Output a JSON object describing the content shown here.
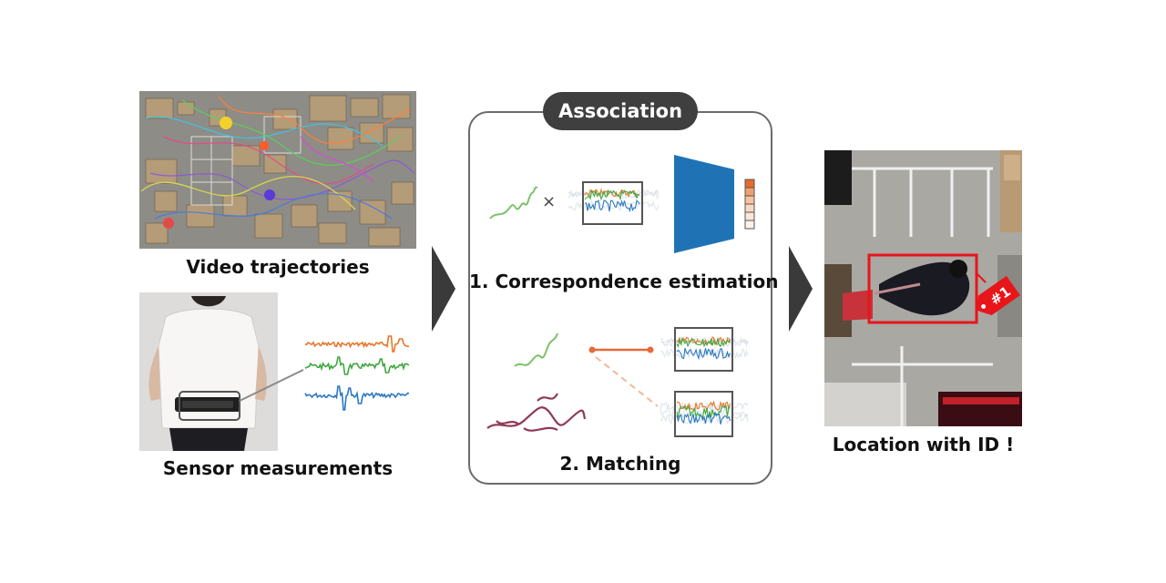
{
  "captions": {
    "video": "Video trajectories",
    "sensor": "Sensor measurements",
    "location": "Location with ID !"
  },
  "association": {
    "title": "Association",
    "step1": "1. Correspondence estimation",
    "step2": "2. Matching",
    "times_symbol": "×"
  },
  "id_tag": "#1",
  "colors": {
    "orange": "#e8772a",
    "green": "#3ea83e",
    "blue": "#2b79c2",
    "network_blue": "#1f73b4",
    "trajectory_green": "#7cc26a",
    "trajectory_maroon": "#8e3a5a",
    "match_line": "#e8693a",
    "detection_red": "#e8151b",
    "pill_dark": "#3f3f3f",
    "arrow_dark": "#3a3a3a"
  }
}
